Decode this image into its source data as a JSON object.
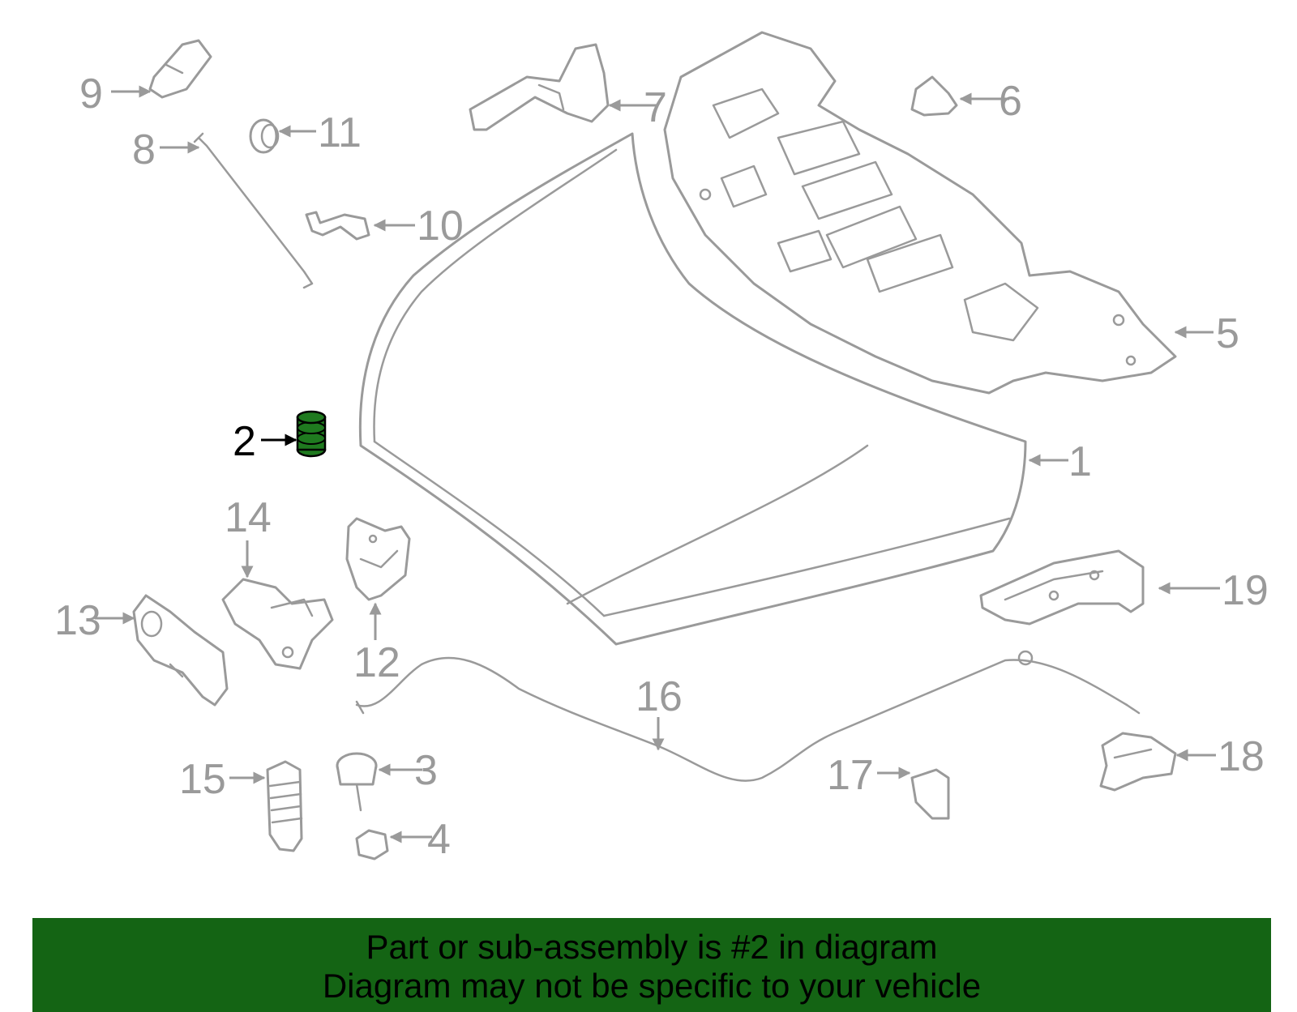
{
  "diagram": {
    "highlight_part": "2",
    "highlight_color": "#1f7a1f",
    "callouts": [
      "1",
      "2",
      "3",
      "4",
      "5",
      "6",
      "7",
      "8",
      "9",
      "10",
      "11",
      "12",
      "13",
      "14",
      "15",
      "16",
      "17",
      "18",
      "19"
    ]
  },
  "banner": {
    "color": "#146414",
    "line1": "Part or sub-assembly is #2 in diagram",
    "line2": "Diagram may not be specific to your vehicle"
  }
}
